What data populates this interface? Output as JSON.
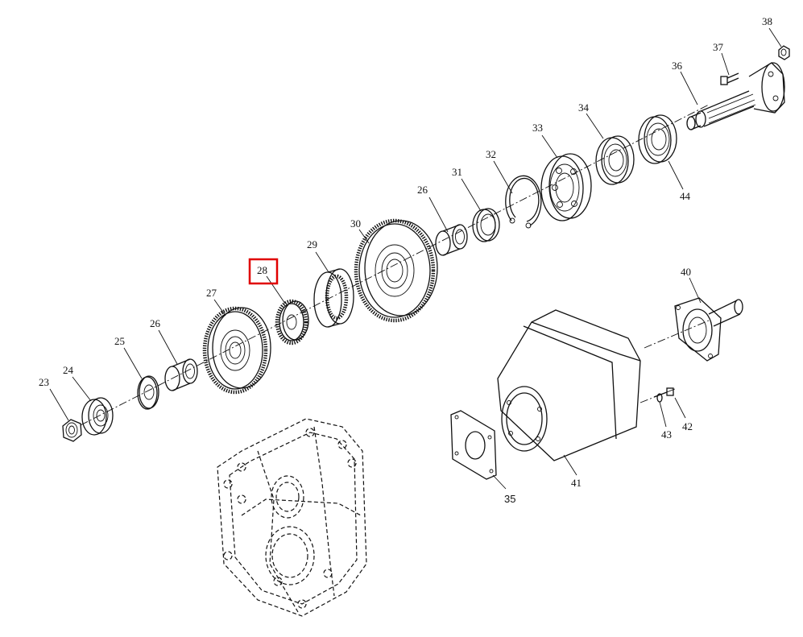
{
  "diagram": {
    "highlight_color": "#e00000",
    "highlighted_callout": "28",
    "callouts": {
      "c23": "23",
      "c24": "24",
      "c25": "25",
      "c26a": "26",
      "c26b": "26",
      "c27": "27",
      "c28": "28",
      "c29": "29",
      "c30": "30",
      "c31": "31",
      "c32": "32",
      "c33": "33",
      "c34": "34",
      "c35": "35",
      "c36": "36",
      "c37": "37",
      "c38": "38",
      "c40": "40",
      "c41": "41",
      "c42": "42",
      "c43": "43",
      "c44": "44"
    }
  }
}
